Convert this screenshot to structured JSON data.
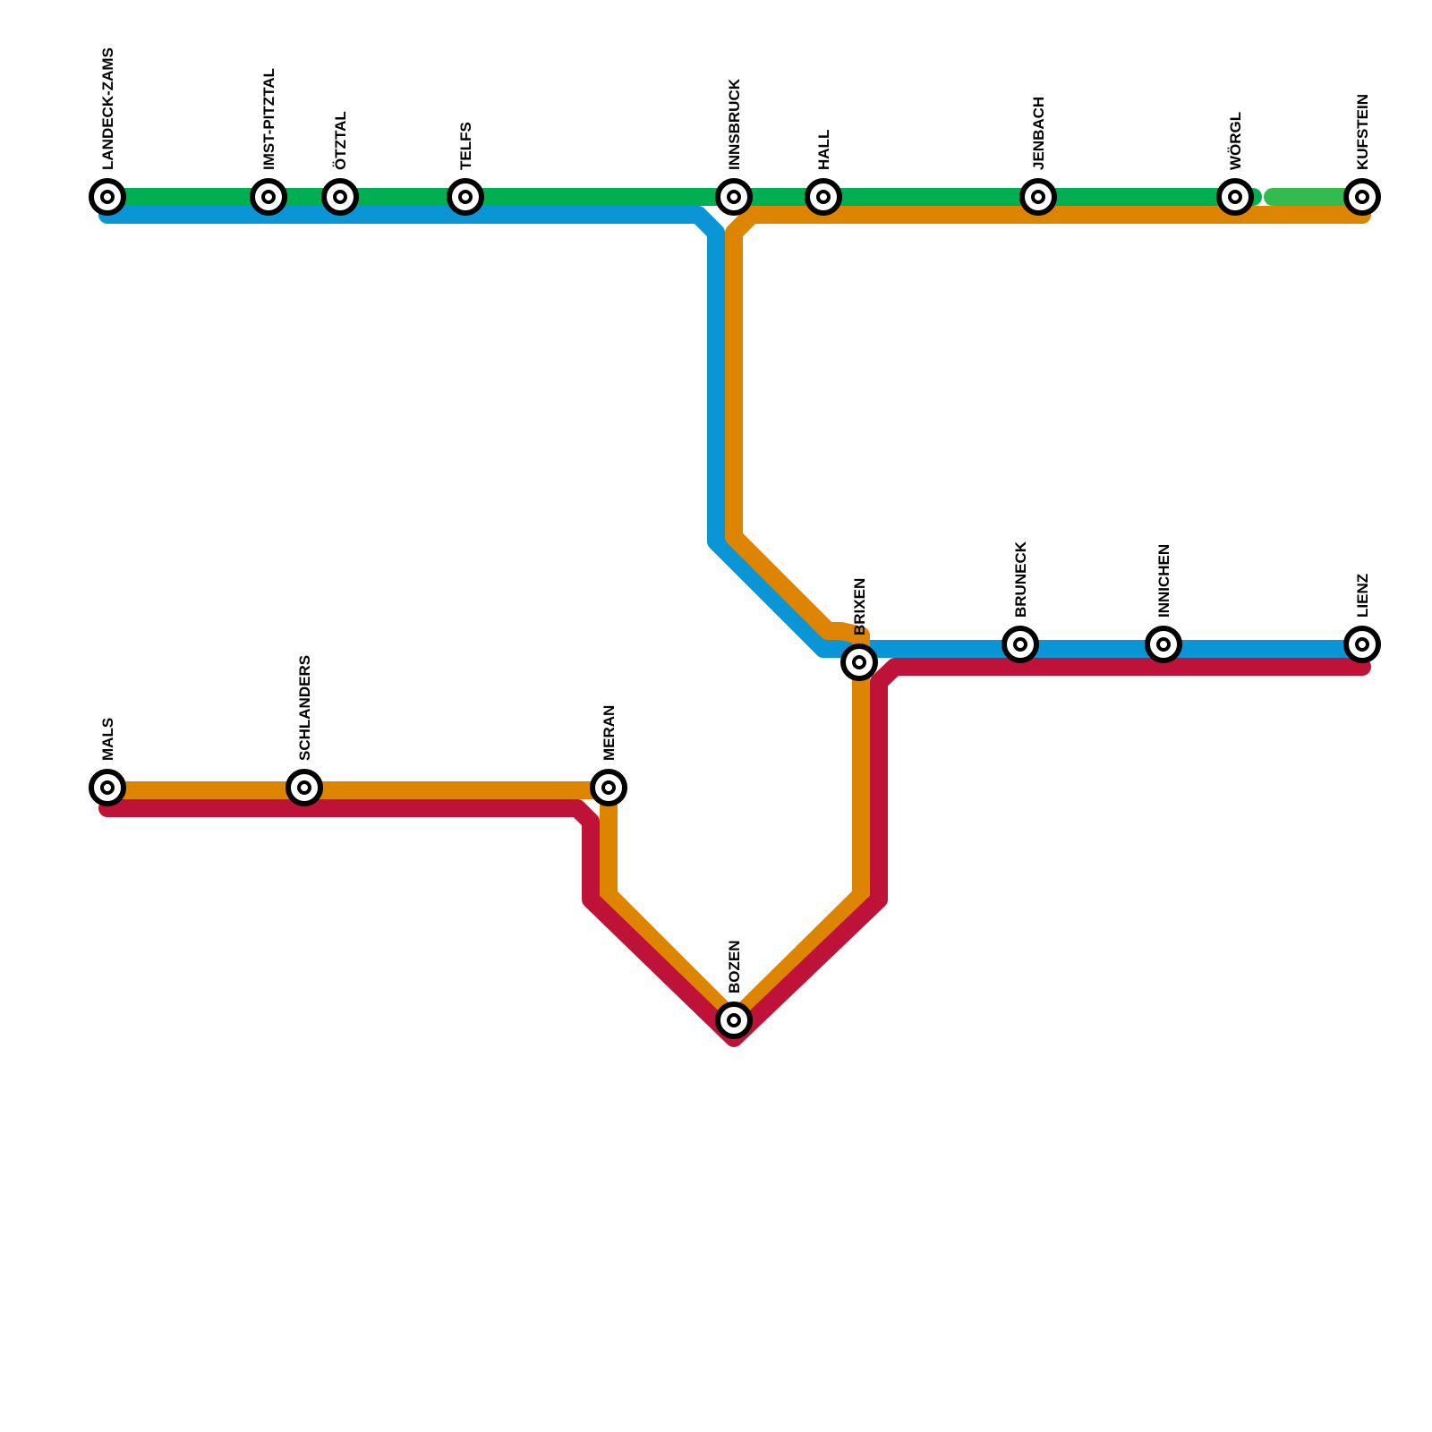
{
  "lines": {
    "green": {
      "color": "#00b050"
    },
    "green_light": {
      "color": "#33bb4f"
    },
    "blue": {
      "color": "#0a96d6"
    },
    "orange": {
      "color": "#dd8400"
    },
    "red": {
      "color": "#be1238"
    }
  },
  "stations": {
    "landeck": "LANDECK-ZAMS",
    "imst": "IMST-PITZTAL",
    "oetztal": "ÖTZTAL",
    "telfs": "TELFS",
    "innsbruck": "INNSBRUCK",
    "hall": "HALL",
    "jenbach": "JENBACH",
    "woergl": "WÖRGL",
    "kufstein": "KUFSTEIN",
    "brixen": "BRIXEN",
    "bruneck": "BRUNECK",
    "innichen": "INNICHEN",
    "lienz": "LIENZ",
    "mals": "MALS",
    "schlanders": "SCHLANDERS",
    "meran": "MERAN",
    "bozen": "BOZEN"
  }
}
